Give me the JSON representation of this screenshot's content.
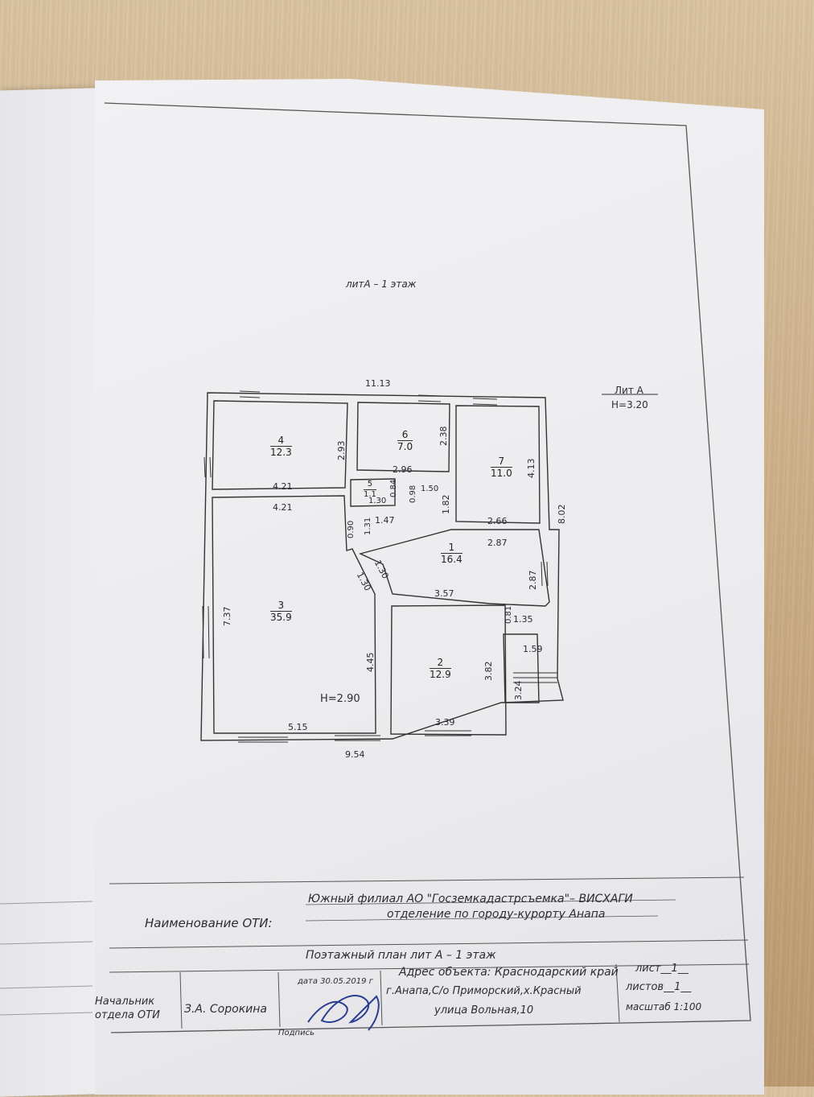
{
  "plan": {
    "title": "литА – 1 этаж",
    "lit_label": "Лит А",
    "lit_height": "Н=3.20",
    "room_height": "Н=2.90",
    "rooms": [
      {
        "num": "4",
        "area": "12.3"
      },
      {
        "num": "6",
        "area": "7.0"
      },
      {
        "num": "7",
        "area": "11.0"
      },
      {
        "num": "1",
        "area": "16.4"
      },
      {
        "num": "3",
        "area": "35.9"
      },
      {
        "num": "2",
        "area": "12.9"
      },
      {
        "num": "5",
        "area": "1.1"
      }
    ],
    "dims": {
      "top": "11.13",
      "bottom": "9.54",
      "left": "7.37",
      "right": "8.02",
      "r4_w1": "4.21",
      "r4_w2": "4.21",
      "r4_h": "2.93",
      "r6_h": "2.38",
      "r6_w": "2.96",
      "r7_h": "4.13",
      "r7_w": "2.66",
      "c_a": "1.30",
      "c_b": "0.84",
      "c_c": "0.98",
      "c_d": "1.50",
      "c_e": "1.82",
      "c_f": "0.90",
      "c_g": "1.31",
      "c_h": "1.47",
      "diag1": "1.30",
      "diag2": "1.30",
      "r1_w": "2.87",
      "r1_h": "2.87",
      "r2_top": "3.57",
      "r2_h": "3.82",
      "r2_w": "3.39",
      "r3_h": "4.45",
      "r3_w": "5.15",
      "p_a": "0.81",
      "p_b": "1.35",
      "p_c": "1.59",
      "p_d": "3.24"
    }
  },
  "stamp": {
    "org_label": "Наименование ОТИ:",
    "org_line1": "Южный филиал АО \"Госземкадастрсъемка\"– ВИСХАГИ",
    "org_line2": "отделение по городу-курорту Анапа",
    "doc_title": "Поэтажный план лит А – 1 этаж",
    "position_line1": "Начальник",
    "position_line2": "отдела ОТИ",
    "person": "З.А. Сорокина",
    "date": "дата 30.05.2019 г",
    "signature_label": "Подпись",
    "address_label": "Адрес объекта: Краснодарский край",
    "address_line2": "г.Анапа,С/о Приморский,х.Красный",
    "address_line3": "улица Вольная,10",
    "sheet": "лист__1__",
    "sheets": "листов__1__",
    "scale": "масштаб 1:100"
  }
}
